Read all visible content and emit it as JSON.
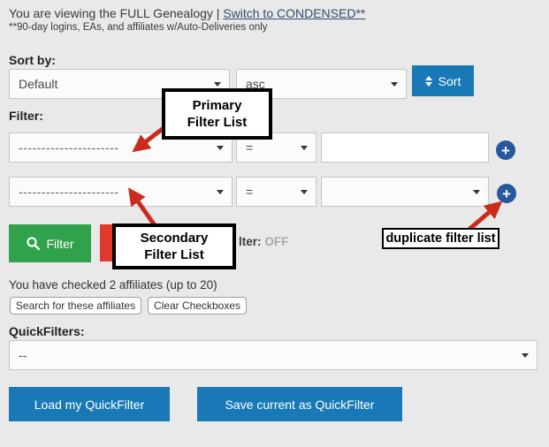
{
  "header": {
    "viewing_text": "You are viewing the FULL Genealogy |",
    "switch_link": "Switch to CONDENSED**",
    "note": "**90-day logins, EAs, and affiliates w/Auto-Deliveries only"
  },
  "sort": {
    "label": "Sort by:",
    "field_value": "Default",
    "direction_value": "asc",
    "button_label": "Sort"
  },
  "filter": {
    "label": "Filter:",
    "add_symbol": "+",
    "rows": [
      {
        "field": "----------------------",
        "operator": "=",
        "value": ""
      },
      {
        "field": "----------------------",
        "operator": "=",
        "value": ""
      }
    ],
    "filter_button": "Filter",
    "status_partial_label": "lter:",
    "status_value": "OFF"
  },
  "annotations": {
    "primary": {
      "line1": "Primary",
      "line2": "Filter List"
    },
    "secondary": {
      "line1": "Secondary",
      "line2": "Filter List"
    },
    "duplicate": {
      "label": "duplicate filter list"
    },
    "arrow_color": "#c92c1d"
  },
  "checked": {
    "text": "You have checked 2 affiliates (up to 20)",
    "search_button": "Search for these affiliates",
    "clear_button": "Clear Checkboxes"
  },
  "quickfilters": {
    "label": "QuickFilters:",
    "select_value": "--",
    "load_button": "Load my QuickFilter",
    "save_button": "Save current as QuickFilter"
  },
  "colors": {
    "background": "#e9e9e9",
    "primary_blue": "#1879b6",
    "plus_blue": "#28589c",
    "green": "#31a24c",
    "red": "#e0382b",
    "annotation_red": "#c92c1d"
  }
}
